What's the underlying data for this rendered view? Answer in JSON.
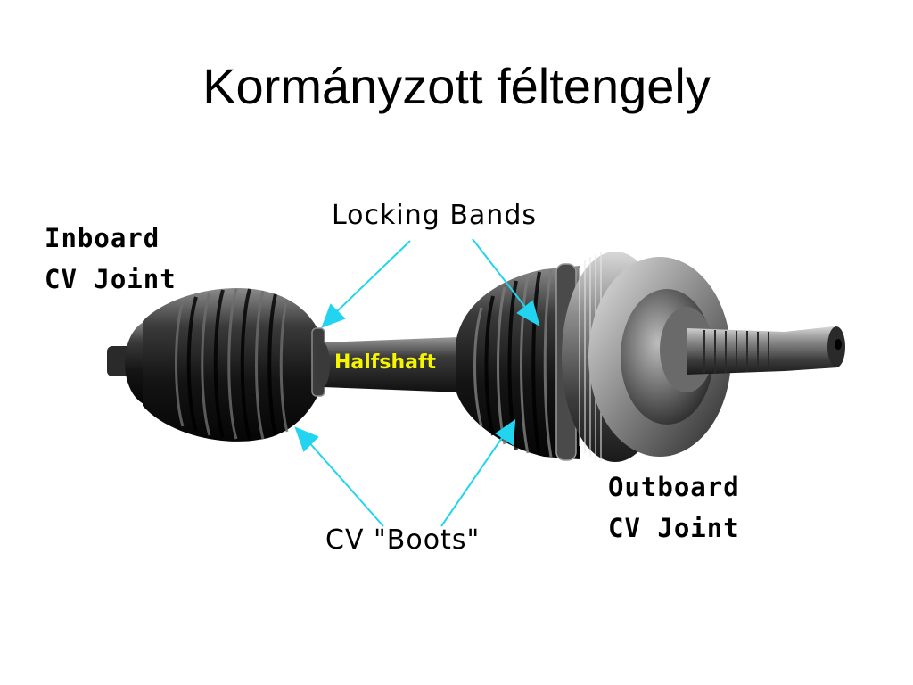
{
  "slide": {
    "title": "Kormányzott féltengely"
  },
  "diagram": {
    "labels": {
      "inboard_line1": "Inboard",
      "inboard_line2": "CV Joint",
      "outboard_line1": "Outboard",
      "outboard_line2": "CV Joint",
      "locking_bands": "Locking Bands",
      "cv_boots": "CV \"Boots\"",
      "halfshaft": "Halfshaft"
    },
    "colors": {
      "arrow": "#22d4f0",
      "halfshaft_text": "#f5f500",
      "rubber": "#1b1b1b",
      "metal": "#5a5a5a"
    }
  }
}
